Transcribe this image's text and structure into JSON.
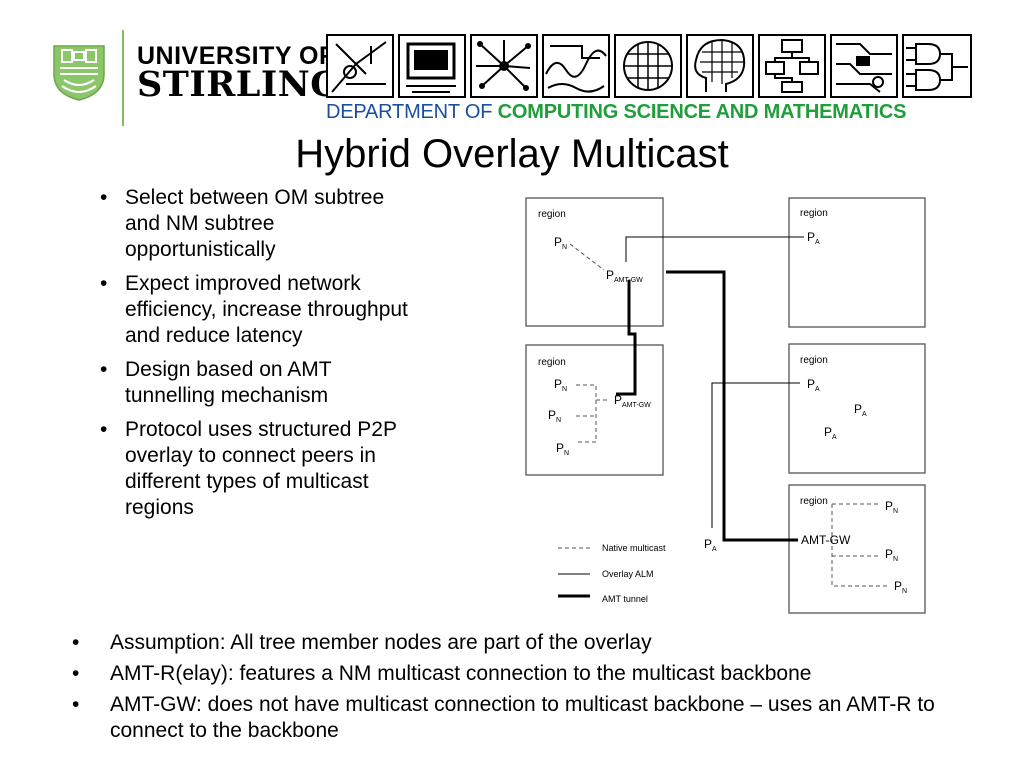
{
  "header": {
    "university_line1": "UNIVERSITY OF",
    "university_line2": "STIRLING",
    "department_prefix": "DEPARTMENT OF",
    "department_name": "COMPUTING SCIENCE AND MATHEMATICS",
    "crest_icon": "university-crest-icon",
    "strip_icons": [
      "circuit-board-icon",
      "computer-terminal-icon",
      "network-graph-icon",
      "waveform-map-icon",
      "brain-globe-icon",
      "head-profile-grid-icon",
      "flowchart-icon",
      "circuit-diagram-icon",
      "logic-gates-icon"
    ],
    "colors": {
      "brand_green": "#7fbf5a",
      "dept_blue": "#1a4fa0",
      "dept_green": "#1f9e3a"
    }
  },
  "title": "Hybrid Overlay Multicast",
  "left_bullets": [
    "Select between OM subtree and NM subtree opportunistically",
    "Expect improved network efficiency, increase throughput and reduce latency",
    "Design based on AMT tunnelling mechanism",
    "Protocol uses structured P2P overlay to connect peers in different types of multicast regions"
  ],
  "bottom_bullets": [
    "Assumption: All tree member nodes are part of the overlay",
    "AMT-R(elay): features a NM multicast connection to the multicast backbone",
    "AMT-GW: does not have multicast connection to multicast backbone – uses an AMT-R to connect to the backbone"
  ],
  "bullet_symbol": "•",
  "diagram": {
    "region_label": "region",
    "node_letter": "P",
    "sub_n": "N",
    "sub_a": "A",
    "sub_gw": "AMT-GW",
    "amt_gw_label": "AMT-GW",
    "legend": {
      "native": "Native multicast",
      "overlay": "Overlay ALM",
      "tunnel": "AMT tunnel"
    }
  }
}
